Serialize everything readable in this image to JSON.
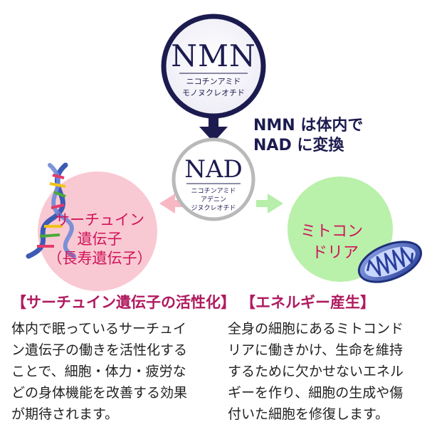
{
  "nmn": {
    "title": "NMN",
    "sub_line1": "ニコチンアミド",
    "sub_line2": "モノヌクレオチド"
  },
  "conversion": {
    "line1": "NMN は体内で",
    "line2": "NAD に変換"
  },
  "nad": {
    "title": "NAD",
    "sub_line1": "ニコチンアミド",
    "sub_line2": "アデニン",
    "sub_line3": "ジヌクレオチド"
  },
  "sirtuin_circle": {
    "line1": "サーチュイン",
    "line2": "遺伝子",
    "line3": "（長寿遺伝子）"
  },
  "mito_circle": {
    "line1": "ミトコン",
    "line2": "ドリア"
  },
  "left_section": {
    "heading": "【サーチュイン遺伝子の活性化】",
    "lines": [
      "体内で眠っているサーチュイ",
      "ン遺伝子の働きを活性化する",
      "ことで、細胞・体力・疲労な",
      "どの身体機能を改善する効果",
      "が期待されます。"
    ]
  },
  "right_section": {
    "heading": "【エネルギー産生】",
    "lines": [
      "全身の細胞にあるミトコンド",
      "リアに働きかけ、生命を維持",
      "するために欠かせないエネル",
      "ギーを作り、細胞の生成や傷",
      "付いた細胞を修復します。"
    ]
  },
  "colors": {
    "navy": "#1c1b4f",
    "pink_circle": "#f9c9d3",
    "green_circle": "#b9f0aa",
    "magenta_text": "#d0145a",
    "heading_text": "#b01a5f"
  },
  "icons": [
    "dna-helix-icon",
    "mitochondria-icon"
  ]
}
